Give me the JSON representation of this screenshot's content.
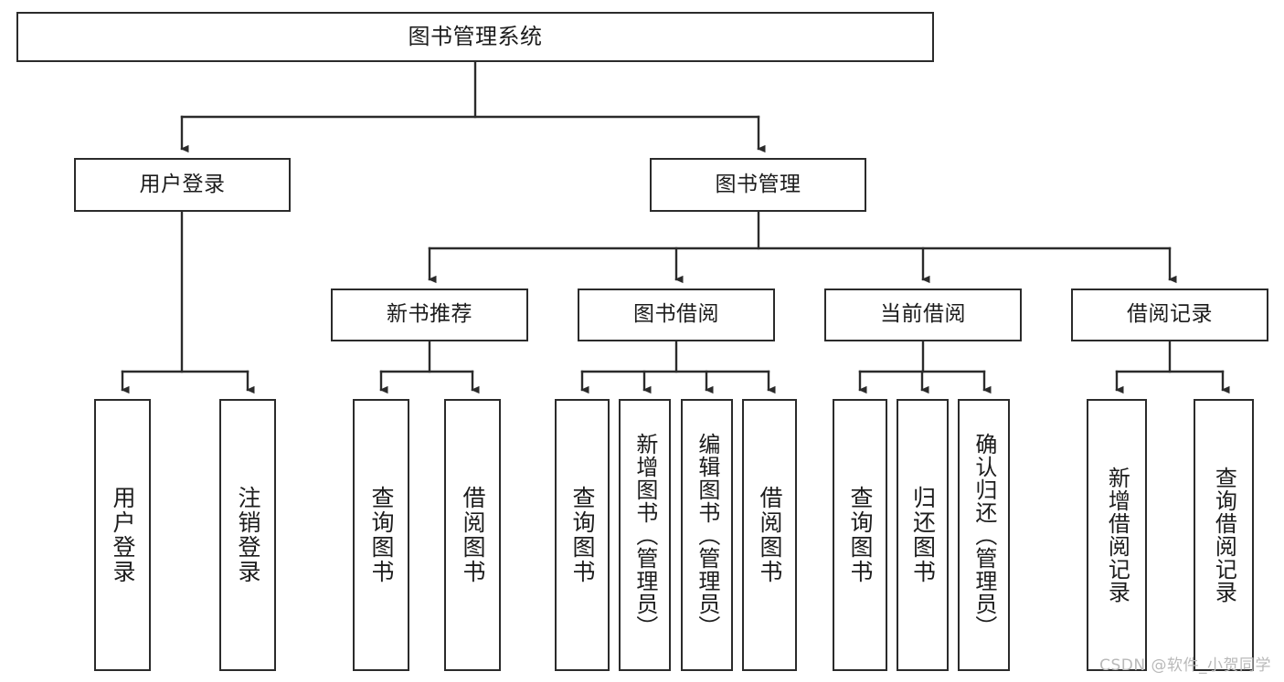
{
  "diagram": {
    "type": "tree",
    "title": "图书管理系统",
    "orientation": "top-down",
    "colors": {
      "box_border": "#2b2b2b",
      "box_fill": "#ffffff",
      "connector": "#2b2b2b",
      "text": "#1c1c1c",
      "watermark": "#b9b9b9",
      "background": "#ffffff"
    }
  },
  "root": {
    "label": "图书管理系统"
  },
  "level2": [
    {
      "label": "用户登录"
    },
    {
      "label": "图书管理"
    }
  ],
  "level3": [
    {
      "label": "新书推荐"
    },
    {
      "label": "图书借阅"
    },
    {
      "label": "当前借阅"
    },
    {
      "label": "借阅记录"
    }
  ],
  "leaves": {
    "user_login": [
      {
        "label": "用户登录"
      },
      {
        "label": "注销登录"
      }
    ],
    "new_book": [
      {
        "label": "查询图书"
      },
      {
        "label": "借阅图书"
      }
    ],
    "book_borrow": [
      {
        "label": "查询图书"
      },
      {
        "label": "新增图书（管理员）"
      },
      {
        "label": "编辑图书（管理员）"
      },
      {
        "label": "借阅图书"
      }
    ],
    "current_borrow": [
      {
        "label": "查询图书"
      },
      {
        "label": "归还图书"
      },
      {
        "label": "确认归还（管理员）"
      }
    ],
    "borrow_record": [
      {
        "label": "新增借阅记录"
      },
      {
        "label": "查询借阅记录"
      }
    ]
  },
  "watermark": {
    "text": "CSDN @软件_小贺同学"
  }
}
